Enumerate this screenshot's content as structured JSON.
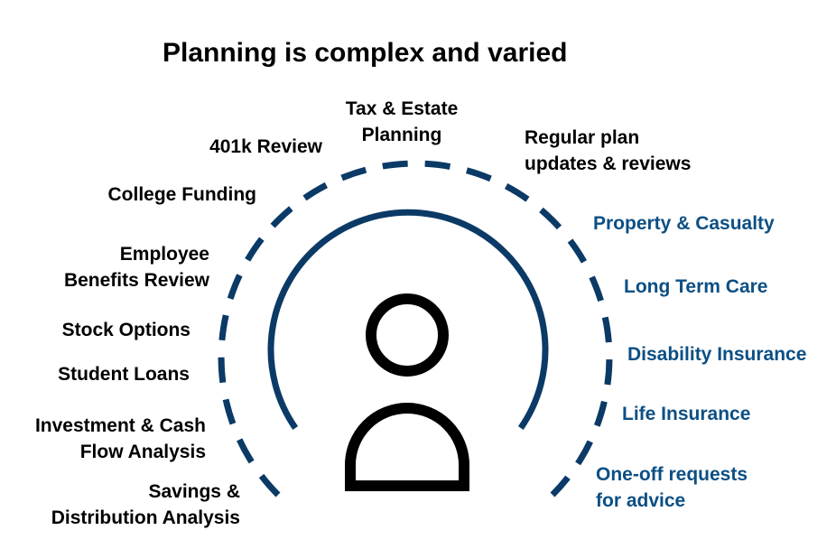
{
  "title": "Planning is complex and varied",
  "colors": {
    "ring": "#0b3a66",
    "person": "#000000",
    "blue_text": "#0b4f84",
    "dark_text": "#000000"
  },
  "icons": {
    "center": "person-icon"
  },
  "top_labels": {
    "tax_estate": [
      "Tax & Estate",
      "Planning"
    ],
    "regular_plan": [
      "Regular plan",
      "updates & reviews"
    ]
  },
  "left_labels": {
    "k401": "401k Review",
    "college": "College Funding",
    "employee": [
      "Employee",
      "Benefits Review"
    ],
    "stock": "Stock Options",
    "student": "Student Loans",
    "investment": [
      "Investment  & Cash",
      "Flow Analysis"
    ],
    "savings": [
      "Savings &",
      "Distribution Analysis"
    ]
  },
  "right_labels": {
    "property": "Property & Casualty",
    "ltc": "Long Term Care",
    "disability": "Disability Insurance",
    "life": "Life Insurance",
    "oneoff": [
      "One-off requests",
      "for advice"
    ]
  }
}
